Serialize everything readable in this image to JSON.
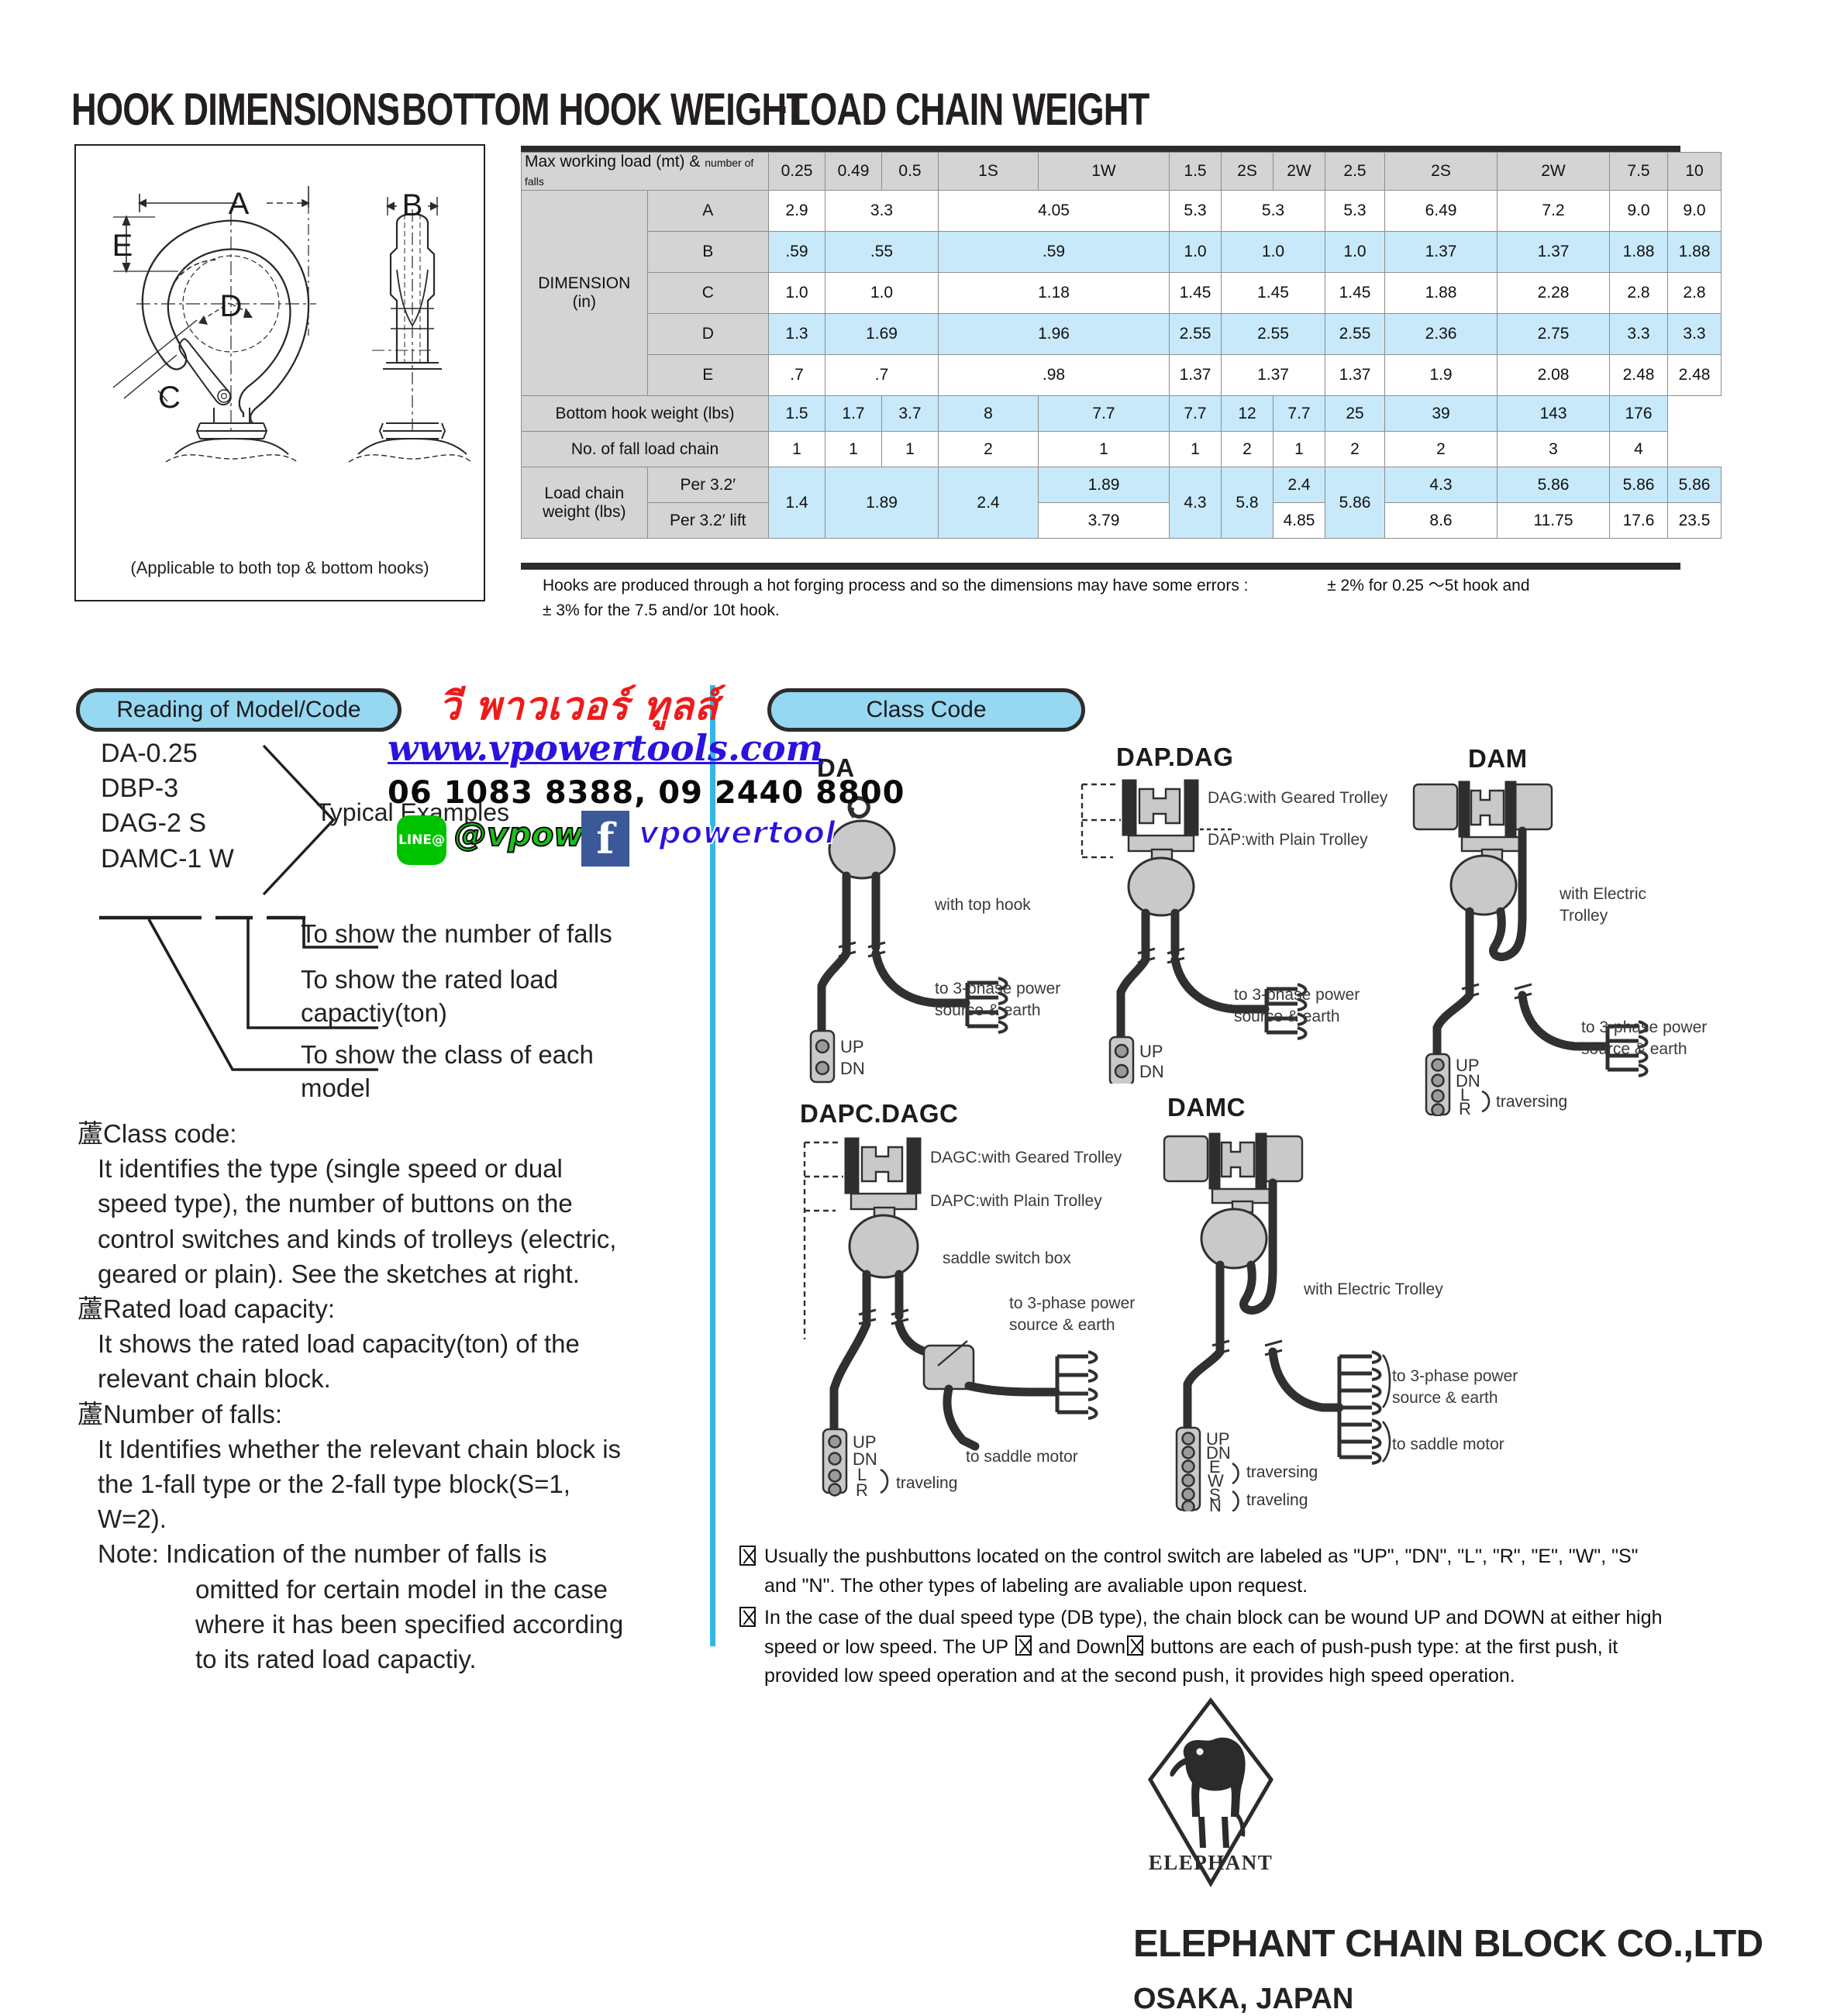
{
  "headings": {
    "hook_dimensions": "HOOK DIMENSIONS",
    "bottom_hook_weight": "·BOTTOM HOOK WEIGHT",
    "load_chain_weight": "·LOAD CHAIN WEIGHT"
  },
  "hook_figure": {
    "caption": "(Applicable to both top & bottom hooks)",
    "dim_labels": [
      "A",
      "B",
      "C",
      "D",
      "E"
    ]
  },
  "chart_data": {
    "type": "table",
    "title": "HOOK DIMENSIONS · BOTTOM HOOK WEIGHT · LOAD CHAIN WEIGHT",
    "header_label": "Max working load (mt) & number of falls",
    "header_label_main": "Max working load (mt) &",
    "header_label_small": "number of falls",
    "categories": [
      "0.25",
      "0.49",
      "0.5",
      "1S",
      "1W",
      "1.5",
      "2S",
      "2W",
      "2.5",
      "2S",
      "2W",
      "7.5",
      "10"
    ],
    "section_dimension": "DIMENSION\n(in)",
    "section_dimension_l1": "DIMENSION",
    "section_dimension_l2": "(in)",
    "rows": [
      {
        "label": "A",
        "shade": "white",
        "values": [
          "2.9",
          "3.3",
          "4.05",
          "5.3",
          "5.3",
          "5.3",
          "6.49",
          "7.2",
          "9.0",
          "9.0"
        ]
      },
      {
        "label": "B",
        "shade": "blue",
        "values": [
          ".59",
          ".55",
          ".59",
          "1.0",
          "1.0",
          "1.0",
          "1.37",
          "1.37",
          "1.88",
          "1.88"
        ]
      },
      {
        "label": "C",
        "shade": "white",
        "values": [
          "1.0",
          "1.0",
          "1.18",
          "1.45",
          "1.45",
          "1.45",
          "1.88",
          "2.28",
          "2.8",
          "2.8"
        ]
      },
      {
        "label": "D",
        "shade": "blue",
        "values": [
          "1.3",
          "1.69",
          "1.96",
          "2.55",
          "2.55",
          "2.55",
          "2.36",
          "2.75",
          "3.3",
          "3.3"
        ]
      },
      {
        "label": "E",
        "shade": "white",
        "values": [
          ".7",
          ".7",
          ".98",
          "1.37",
          "1.37",
          "1.37",
          "1.9",
          "2.08",
          "2.48",
          "2.48"
        ]
      }
    ],
    "bottom_hook_weight": {
      "label": "Bottom hook weight (lbs)",
      "values": [
        "1.5",
        "1.7",
        "3.7",
        "8",
        "7.7",
        "7.7",
        "12",
        "7.7",
        "25",
        "39",
        "143",
        "176"
      ]
    },
    "no_of_fall": {
      "label": "No. of fall load chain",
      "values": [
        "1",
        "1",
        "1",
        "2",
        "1",
        "1",
        "2",
        "1",
        "2",
        "2",
        "3",
        "4"
      ]
    },
    "load_chain_weight": {
      "label_l1": "Load chain",
      "label_l2": "weight (lbs)",
      "sub_rows": [
        "Per 3.2′",
        "Per 3.2′ lift"
      ],
      "merged": {
        "c025": "1.4",
        "c049": "1.89",
        "c05": "2.4",
        "c15": "4.3",
        "c2s_a": "5.8",
        "c25": "5.86"
      },
      "per32": {
        "c1w": "1.89",
        "c2w_a": "2.4",
        "c2s_b": "4.3",
        "c2w_b": "5.86",
        "c75": "5.86",
        "c10": "5.86"
      },
      "per32lift": {
        "c1w": "3.79",
        "c2w_a": "4.85",
        "c2s_b": "8.6",
        "c2w_b": "11.75",
        "c75": "17.6",
        "c10": "23.5"
      }
    },
    "footnote_line1": "Hooks are produced through a hot forging process and so the dimensions may have some errors :",
    "footnote_line1b": "± 2% for 0.25 〜5t hook and",
    "footnote_line2": "± 3% for the 7.5 and/or 10t hook."
  },
  "pills": {
    "reading_of_model": "Reading of Model/Code",
    "class_code": "Class Code"
  },
  "model_code": {
    "examples": [
      "DA-0.25",
      "DBP-3",
      "DAG-2 S",
      "DAMC-1 W"
    ],
    "typical_examples": "Typical Examples",
    "legend": [
      "To show the number of falls",
      "To show the rated load\ncapactiy(ton)",
      "To show the class of each\nmodel"
    ],
    "legend_1": "To show the number of falls",
    "legend_2_l1": "To show the rated load",
    "legend_2_l2": "capactiy(ton)",
    "legend_3_l1": "To show the class of each",
    "legend_3_l2": "model"
  },
  "explanation": {
    "bullet_glyph": "蘆",
    "items": [
      {
        "head": "Class code:",
        "body": "It identifies the type (single speed or dual speed type), the number of buttons on the control switches and kinds of trolleys (electric, geared or plain). See the sketches at right."
      },
      {
        "head": "Rated load capacity:",
        "body": "It shows the rated load capacity(ton) of the relevant chain block."
      },
      {
        "head": "Number of falls:",
        "body": "It Identifies whether the relevant chain block is the 1-fall type or the 2-fall type block(S=1, W=2)."
      }
    ],
    "note_label": "Note: Indication of the number of falls is",
    "note_cont": "omitted for certain model in the case where it has been specified according to its rated load capactiy."
  },
  "diagrams": [
    {
      "id": "DA",
      "name": "DA",
      "labels": [
        "with top hook",
        "to 3-phase power source & earth"
      ],
      "label_hook": "with top hook",
      "label_power_l1": "to 3-phase power",
      "label_power_l2": "source & earth",
      "buttons": [
        "UP",
        "DN"
      ],
      "groups": []
    },
    {
      "id": "DAP.DAG",
      "name": "DAP.DAG",
      "trolley_geared": "DAG:with Geared Trolley",
      "trolley_plain": "DAP:with Plain Trolley",
      "label_power_l1": "to 3-phase power",
      "label_power_l2": "source & earth",
      "buttons": [
        "UP",
        "DN"
      ],
      "groups": []
    },
    {
      "id": "DAM",
      "name": "DAM",
      "label_trolley_l1": "with Electric",
      "label_trolley_l2": "Trolley",
      "label_power_l1": "to 3-phase power",
      "label_power_l2": "source & earth",
      "buttons": [
        "UP",
        "DN",
        "L",
        "R"
      ],
      "groups": [
        {
          "name": "traversing",
          "buttons": [
            "L",
            "R"
          ]
        }
      ]
    },
    {
      "id": "DAPC.DAGC",
      "name": "DAPC.DAGC",
      "trolley_geared": "DAGC:with Geared Trolley",
      "trolley_plain": "DAPC:with Plain Trolley",
      "label_saddle_box": "saddle switch box",
      "label_power_l1": "to 3-phase power",
      "label_power_l2": "source & earth",
      "label_saddle_motor": "to saddle motor",
      "buttons": [
        "UP",
        "DN",
        "L",
        "R"
      ],
      "groups": [
        {
          "name": "traveling",
          "buttons": [
            "L",
            "R"
          ]
        }
      ]
    },
    {
      "id": "DAMC",
      "name": "DAMC",
      "label_trolley": "with Electric Trolley",
      "label_power_l1": "to 3-phase power",
      "label_power_l2": "source & earth",
      "label_saddle_motor": "to saddle motor",
      "buttons": [
        "UP",
        "DN",
        "E",
        "W",
        "S",
        "N"
      ],
      "groups": [
        {
          "name": "traversing",
          "buttons": [
            "E",
            "W"
          ]
        },
        {
          "name": "traveling",
          "buttons": [
            "S",
            "N"
          ]
        }
      ]
    }
  ],
  "footnotes": [
    {
      "text_l1": "Usually the pushbuttons located on the control switch are labeled as \"UP\", \"DN\", \"L\", \"R\", \"E\", \"W\", \"S\"",
      "text_l2": "and \"N\". The other types of labeling are avaliable upon request."
    },
    {
      "text_l1": "In the case of the dual speed type (DB type), the chain block can be wound UP and DOWN at either high",
      "text_l2a": "speed or low speed. The UP",
      "text_l2b": "and Down",
      "text_l2c": "buttons are each of push-push type: at the first push, it",
      "text_l3": "provided low speed operation and at the second push, it provides high speed operation."
    }
  ],
  "footer": {
    "logo_word": "ELEPHANT",
    "company": "ELEPHANT CHAIN BLOCK CO.,LTD",
    "city": "OSAKA, JAPAN"
  },
  "watermark": {
    "thai": "วี พาวเวอร์ ทูลส์",
    "url": "www.vpowertools.com",
    "phone": "06 1083 8388, 09 2440 8800",
    "line_badge": "LINE@",
    "line_id": "@vpower",
    "fb_badge": "f",
    "fb_id": "vpowertool"
  },
  "colors": {
    "accent_blue": "#96d7f2",
    "table_blue": "#c8e9fa",
    "table_gray": "#d4d4d4",
    "divider": "#35b6e8",
    "watermark_red": "#ef1b1b",
    "watermark_blue": "#2a12e0",
    "line_green": "#00c300",
    "fb_blue": "#3b5998"
  }
}
